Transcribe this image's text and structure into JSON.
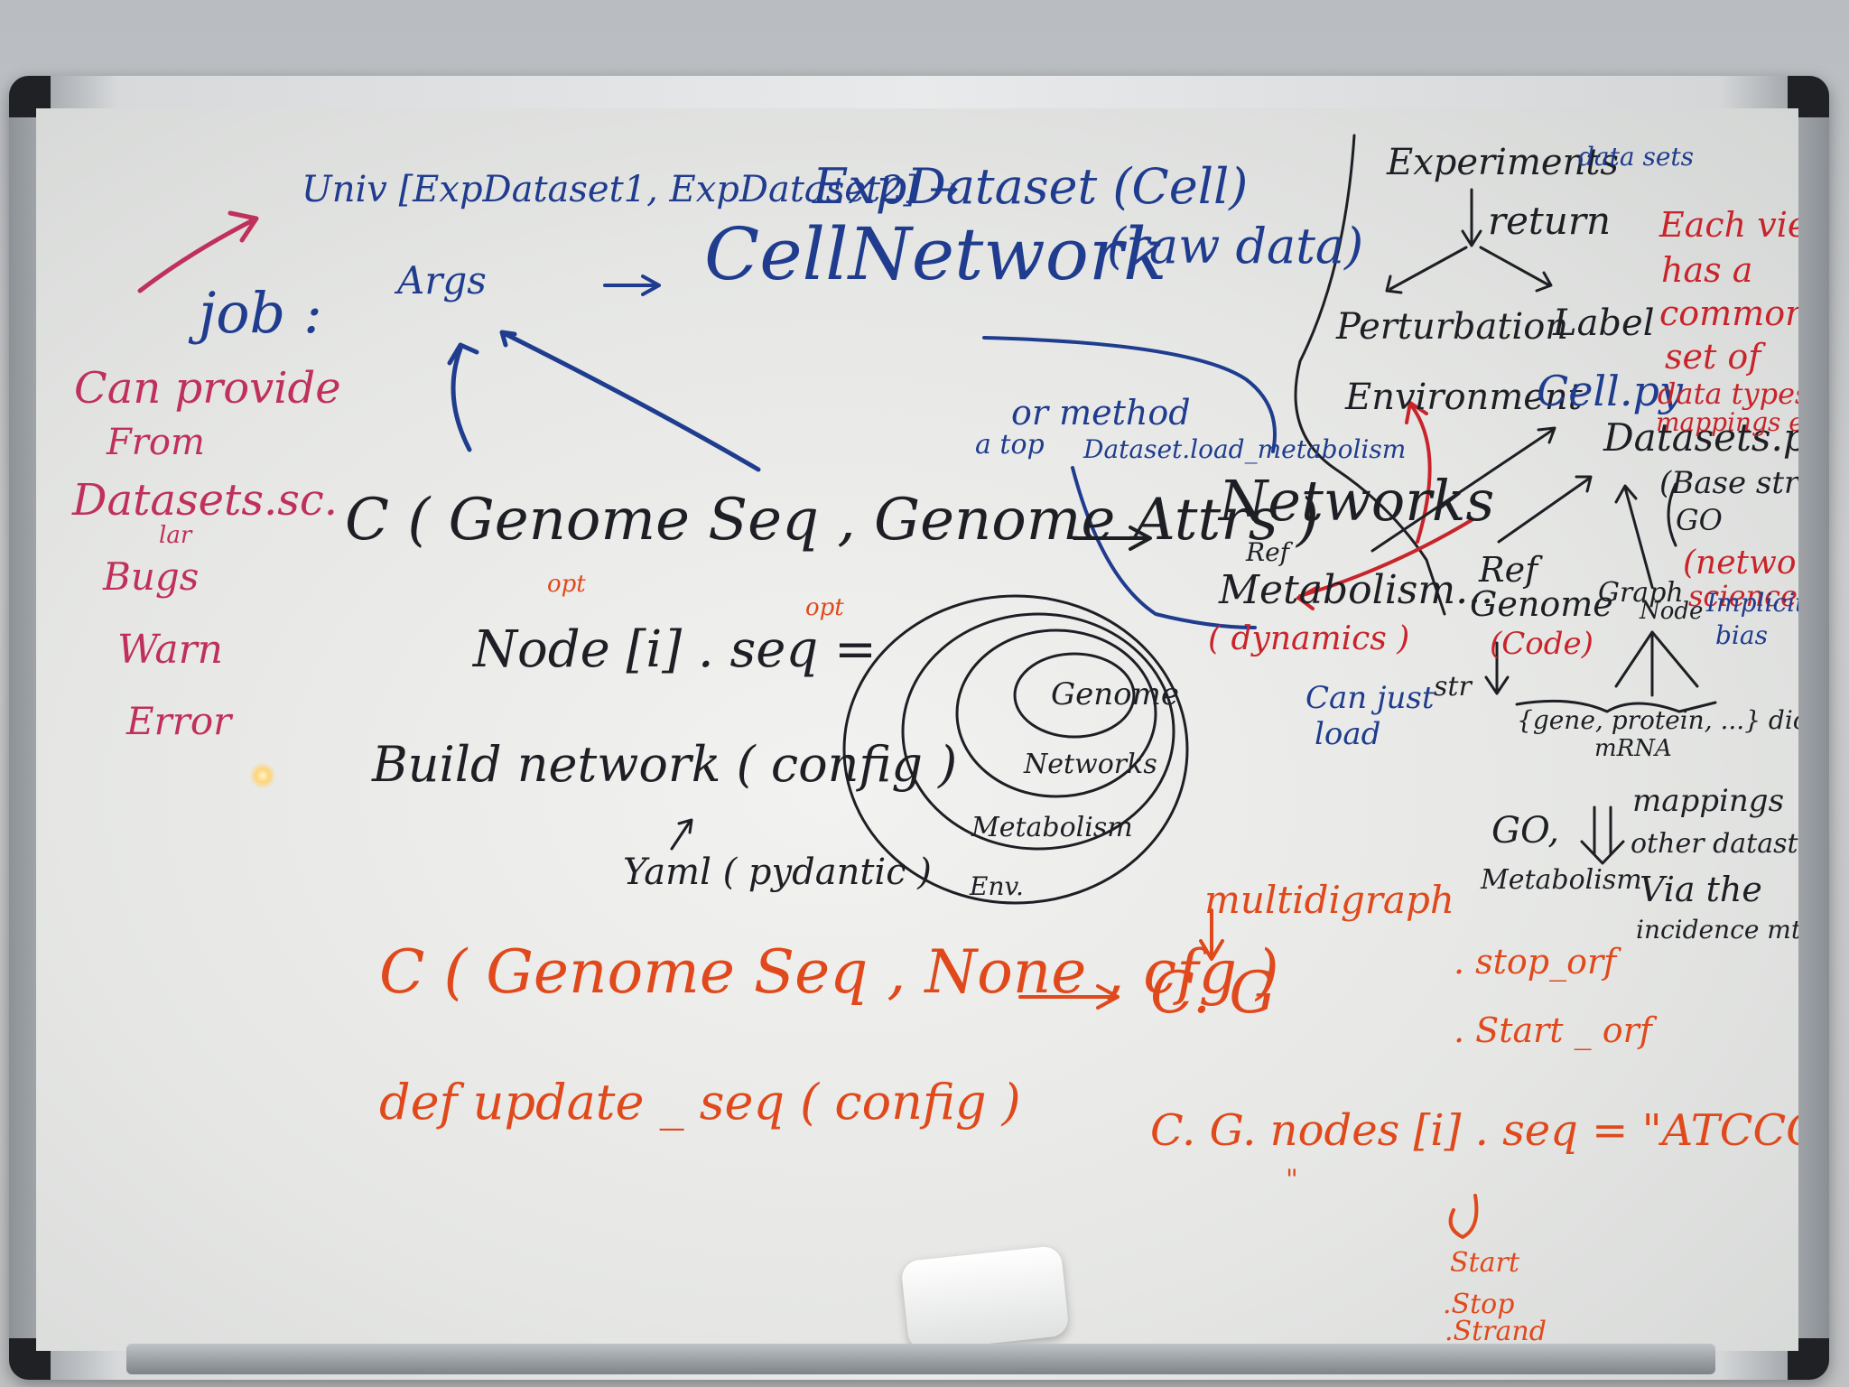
{
  "strokes": [
    {
      "name": "univ-arrow",
      "text": "Univ [ExpDataset1, ExpDataset2] →",
      "color": "blue"
    },
    {
      "name": "job-label",
      "text": "job :",
      "color": "blue"
    },
    {
      "name": "args-label",
      "text": "Args",
      "color": "blue"
    },
    {
      "name": "expdataset-cell",
      "text": "ExpDataset (Cell)",
      "color": "blue"
    },
    {
      "name": "cell-network",
      "text": "CellNetwork",
      "color": "blue"
    },
    {
      "name": "raw-data",
      "text": "(raw data)",
      "color": "blue"
    },
    {
      "name": "can-provide",
      "text": "Can provide",
      "color": "pink"
    },
    {
      "name": "from",
      "text": "From",
      "color": "pink"
    },
    {
      "name": "datasets-sc",
      "text": "Datasets.sc.",
      "color": "pink"
    },
    {
      "name": "lar",
      "text": "lar",
      "color": "pink"
    },
    {
      "name": "bugs",
      "text": "Bugs",
      "color": "pink"
    },
    {
      "name": "warn",
      "text": "Warn",
      "color": "pink"
    },
    {
      "name": "error",
      "text": "Error",
      "color": "pink"
    },
    {
      "name": "c-genome-call",
      "text": "C ( Genome Seq ,  Genome Attrs )",
      "color": "black"
    },
    {
      "name": "opt-1",
      "text": "opt",
      "color": "orange"
    },
    {
      "name": "opt-2",
      "text": "opt",
      "color": "orange"
    },
    {
      "name": "node-seq",
      "text": "Node [i] . seq =",
      "color": "black"
    },
    {
      "name": "build-network",
      "text": "Build network ( config )",
      "color": "black"
    },
    {
      "name": "yaml-pydantic",
      "text": "Yaml ( pydantic )",
      "color": "black"
    },
    {
      "name": "c-genome-none",
      "text": "C ( Genome Seq ,  None ,  cfg )",
      "color": "orange"
    },
    {
      "name": "def-update",
      "text": "def   update _ seq ( config )",
      "color": "orange"
    },
    {
      "name": "or-method",
      "text": "or  method",
      "color": "blue"
    },
    {
      "name": "a-top",
      "text": "a top",
      "color": "blue"
    },
    {
      "name": "dataset-load",
      "text": "Dataset.load_metabolism",
      "color": "blue"
    },
    {
      "name": "networks-title",
      "text": "Networks",
      "color": "black"
    },
    {
      "name": "ref-1",
      "text": "Ref",
      "color": "black"
    },
    {
      "name": "metabolism-dots",
      "text": "Metabolism...",
      "color": "black"
    },
    {
      "name": "dynamics",
      "text": "( dynamics )",
      "color": "red"
    },
    {
      "name": "can-just-load",
      "text": "Can just",
      "color": "blue"
    },
    {
      "name": "load",
      "text": "load",
      "color": "blue"
    },
    {
      "name": "str",
      "text": "str",
      "color": "black"
    },
    {
      "name": "genome-ring",
      "text": "Genome",
      "color": "black"
    },
    {
      "name": "networks-ring",
      "text": "Networks",
      "color": "black"
    },
    {
      "name": "metabolism-ring",
      "text": "Metabolism",
      "color": "black"
    },
    {
      "name": "env-ring",
      "text": "Env.",
      "color": "black"
    },
    {
      "name": "multidigraph",
      "text": "multidigraph",
      "color": "orange"
    },
    {
      "name": "cg",
      "text": "C. G",
      "color": "orange"
    },
    {
      "name": "cg-nodes",
      "text": "C. G. nodes [i] . seq = \"ATCCG\"",
      "color": "orange"
    },
    {
      "name": "quote-mark",
      "text": "\"",
      "color": "orange"
    },
    {
      "name": "start",
      "text": "Start",
      "color": "orange"
    },
    {
      "name": "stop",
      "text": ".Stop",
      "color": "orange"
    },
    {
      "name": "strand",
      "text": ".Strand",
      "color": "orange"
    },
    {
      "name": "experiments",
      "text": "Experiments",
      "color": "black"
    },
    {
      "name": "data-sets",
      "text": "data sets",
      "color": "blue"
    },
    {
      "name": "return",
      "text": "return",
      "color": "black"
    },
    {
      "name": "perturbation",
      "text": "Perturbation",
      "color": "black"
    },
    {
      "name": "label",
      "text": "Label",
      "color": "black"
    },
    {
      "name": "environment",
      "text": "Environment",
      "color": "black"
    },
    {
      "name": "cell-py",
      "text": "Cell.py",
      "color": "blue"
    },
    {
      "name": "datasets-py",
      "text": "Datasets.py",
      "color": "black"
    },
    {
      "name": "base-str",
      "text": "(Base str",
      "color": "black"
    },
    {
      "name": "go-1",
      "text": "GO",
      "color": "black"
    },
    {
      "name": "network-science",
      "text": "(network",
      "color": "red"
    },
    {
      "name": "science",
      "text": "science)",
      "color": "red"
    },
    {
      "name": "ref-2",
      "text": "Ref",
      "color": "black"
    },
    {
      "name": "genome-2",
      "text": "Genome",
      "color": "black"
    },
    {
      "name": "code",
      "text": "(Code)",
      "color": "red"
    },
    {
      "name": "graph",
      "text": "Graph",
      "color": "black"
    },
    {
      "name": "node",
      "text": "Node",
      "color": "black"
    },
    {
      "name": "implicit",
      "text": "Implicit",
      "color": "blue"
    },
    {
      "name": "bias",
      "text": "bias",
      "color": "blue"
    },
    {
      "name": "gene-protein",
      "text": "{gene, protein, ...} dict",
      "color": "black"
    },
    {
      "name": "mrna",
      "text": "mRNA",
      "color": "black"
    },
    {
      "name": "mappings",
      "text": "mappings",
      "color": "black"
    },
    {
      "name": "other-datastruct",
      "text": "other datastruct",
      "color": "black"
    },
    {
      "name": "via-the",
      "text": "Via the",
      "color": "black"
    },
    {
      "name": "incidence-mtx",
      "text": "incidence mtx",
      "color": "black"
    },
    {
      "name": "go-2",
      "text": "GO,",
      "color": "black"
    },
    {
      "name": "metabolism-2",
      "text": "Metabolism",
      "color": "black"
    },
    {
      "name": "stop-orf",
      "text": ". stop_orf",
      "color": "orange"
    },
    {
      "name": "start-orf",
      "text": ". Start _ orf",
      "color": "orange"
    },
    {
      "name": "each-view-1",
      "text": "Each view",
      "color": "red"
    },
    {
      "name": "each-view-2",
      "text": "has a",
      "color": "red"
    },
    {
      "name": "each-view-3",
      "text": "common",
      "color": "red"
    },
    {
      "name": "each-view-4",
      "text": "set of",
      "color": "red"
    },
    {
      "name": "each-view-5",
      "text": "data types",
      "color": "red"
    },
    {
      "name": "each-view-6",
      "text": "mappings etc.",
      "color": "red"
    }
  ],
  "colors": {
    "blue": "#1f3c8e",
    "black": "#1d1f24",
    "red": "#c8242a",
    "orange": "#e0491c",
    "pink": "#c0305c"
  }
}
